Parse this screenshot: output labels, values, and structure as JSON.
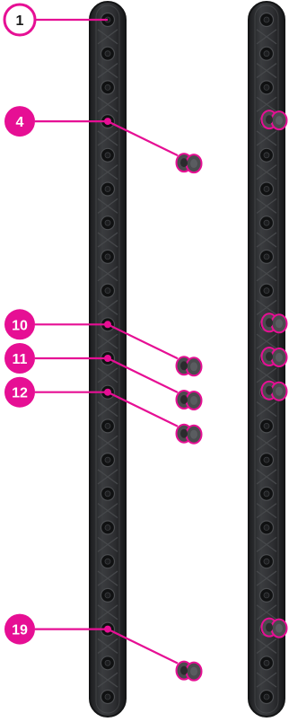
{
  "colors": {
    "accent": "#e60f94",
    "beam": "#2d2e30",
    "beam_edge": "#141516",
    "beam_hole": "#101112",
    "beam_highlight": "#55575a",
    "pin": "#4a4b4e",
    "pin_dark": "#2a2b2d",
    "text_dark": "#1a1a1a",
    "text_light": "#ffffff"
  },
  "callouts": [
    {
      "label": "1",
      "style": "outlined",
      "pin_connector": false
    },
    {
      "label": "4",
      "style": "filled",
      "pin_connector": true
    },
    {
      "label": "10",
      "style": "filled",
      "pin_connector": true
    },
    {
      "label": "11",
      "style": "filled",
      "pin_connector": true
    },
    {
      "label": "12",
      "style": "filled",
      "pin_connector": true
    },
    {
      "label": "19",
      "style": "filled",
      "pin_connector": true
    }
  ],
  "beams": [
    {
      "name": "beam-left",
      "state": "pins-pending"
    },
    {
      "name": "beam-right",
      "state": "pins-installed",
      "installed_pin_holes": [
        4,
        10,
        11,
        12,
        19
      ]
    }
  ],
  "icons": [
    "connector-pin-icon"
  ]
}
